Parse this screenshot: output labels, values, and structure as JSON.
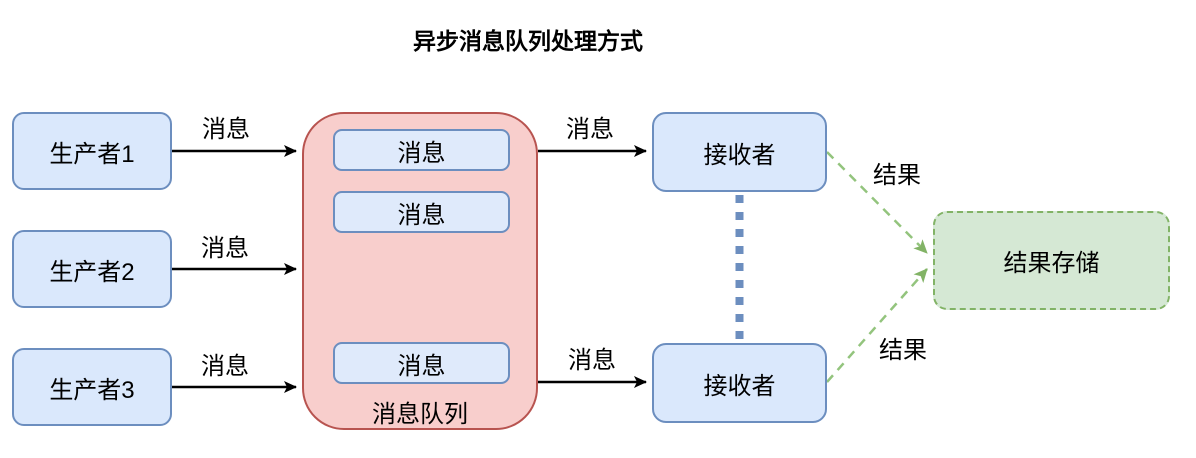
{
  "title": "异步消息队列处理方式",
  "producers": [
    {
      "label": "生产者1"
    },
    {
      "label": "生产者2"
    },
    {
      "label": "生产者3"
    }
  ],
  "queue": {
    "label": "消息队列",
    "messages": [
      {
        "label": "消息"
      },
      {
        "label": "消息"
      },
      {
        "label": "消息"
      }
    ]
  },
  "receivers": [
    {
      "label": "接收者"
    },
    {
      "label": "接收者"
    }
  ],
  "result_store": {
    "label": "结果存储"
  },
  "arrow_labels": {
    "producer_to_queue": [
      "消息",
      "消息",
      "消息"
    ],
    "queue_to_receiver": [
      "消息",
      "消息"
    ],
    "receiver_to_store": [
      "结果",
      "结果"
    ]
  },
  "colors": {
    "producer_fill": "#dae8fc",
    "producer_stroke": "#6c8ebf",
    "message_fill": "#dfeafb",
    "message_stroke": "#6c8ebf",
    "receiver_fill": "#dae8fc",
    "receiver_stroke": "#6c8ebf",
    "queue_fill": "#f8cecc",
    "queue_stroke": "#b85450",
    "store_fill": "#d5e8d4",
    "store_stroke": "#82b366",
    "result_dash": "#93c47d",
    "dashed_connector": "#6c8ebf",
    "arrow": "#000000"
  }
}
